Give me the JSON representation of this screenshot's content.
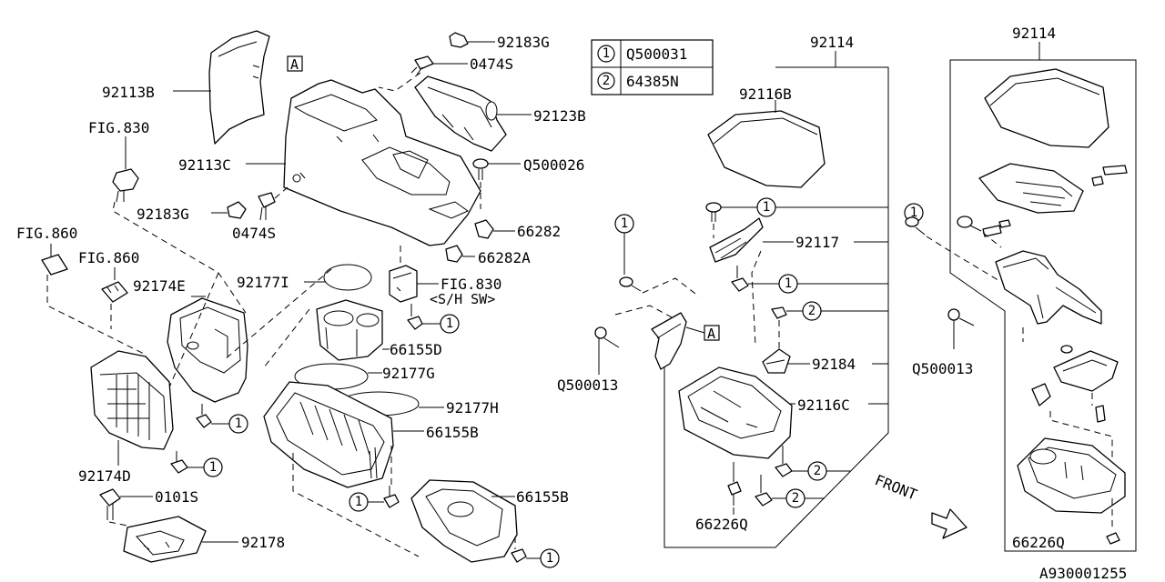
{
  "legend": {
    "rows": [
      {
        "num": "1",
        "part": "Q500031"
      },
      {
        "num": "2",
        "part": "64385N"
      }
    ]
  },
  "labels": {
    "p92183G_top": "92183G",
    "p0474S_top": "0474S",
    "p92113B": "92113B",
    "p92123B": "92123B",
    "fig830_a": "FIG.830",
    "p92113C": "92113C",
    "pQ500026": "Q500026",
    "p92183G_mid": "92183G",
    "p66282": "66282",
    "p0474S_mid": "0474S",
    "fig860_a": "FIG.860",
    "p66282A": "66282A",
    "fig860_b": "FIG.860",
    "p92177I": "92177I",
    "fig830_b": "FIG.830",
    "sh_sw": "<S/H SW>",
    "p92174E": "92174E",
    "p66155D": "66155D",
    "p92177G": "92177G",
    "p92177H": "92177H",
    "p66155B_a": "66155B",
    "p92174D": "92174D",
    "p0101S": "0101S",
    "p66155B_b": "66155B",
    "p92178": "92178",
    "p92114_mid": "92114",
    "p92116B": "92116B",
    "p92117": "92117",
    "pQ500013_a": "Q500013",
    "p92184": "92184",
    "p92116C": "92116C",
    "p66226Q_a": "66226Q",
    "front": "FRONT",
    "p92114_right": "92114",
    "pQ500013_b": "Q500013",
    "p66226Q_b": "66226Q",
    "diagram_id": "A930001255",
    "ref_a": "A"
  },
  "callouts": {
    "one": "1",
    "two": "2"
  }
}
